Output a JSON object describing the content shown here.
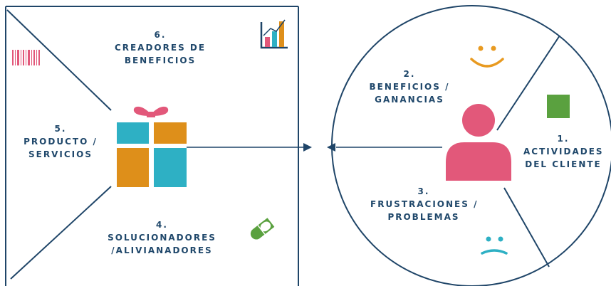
{
  "colors": {
    "line": "#1f4568",
    "gift_blue": "#2eb0c4",
    "gift_orange": "#de8f1a",
    "gift_bow": "#e2587a",
    "person": "#e2587a",
    "smile": "#e89a20",
    "sad": "#2eb0c4",
    "green": "#5aa13f",
    "text": "#20486b"
  },
  "value_map": {
    "creators": {
      "number": "6.",
      "line1": "CREADORES DE",
      "line2": "BENEFICIOS"
    },
    "product": {
      "number": "5.",
      "line1": "PRODUCTO /",
      "line2": "SERVICIOS"
    },
    "relievers": {
      "number": "4.",
      "line1": "SOLUCIONADORES",
      "line2": "/ALIVIANADORES"
    }
  },
  "customer_profile": {
    "gains": {
      "number": "2.",
      "line1": "BENEFICIOS /",
      "line2": "GANANCIAS"
    },
    "jobs": {
      "number": "1.",
      "line1": "ACTIVIDADES",
      "line2": "DEL CLIENTE"
    },
    "pains": {
      "number": "3.",
      "line1": "FRUSTRACIONES /",
      "line2": "PROBLEMAS"
    }
  },
  "icons": {
    "barcode": "barcode-icon",
    "chart": "bar-chart-icon",
    "gift": "gift-icon",
    "pill": "pill-icon",
    "person": "person-icon",
    "smile": "smiley-face-icon",
    "sad": "sad-face-icon",
    "task": "task-square-icon"
  }
}
